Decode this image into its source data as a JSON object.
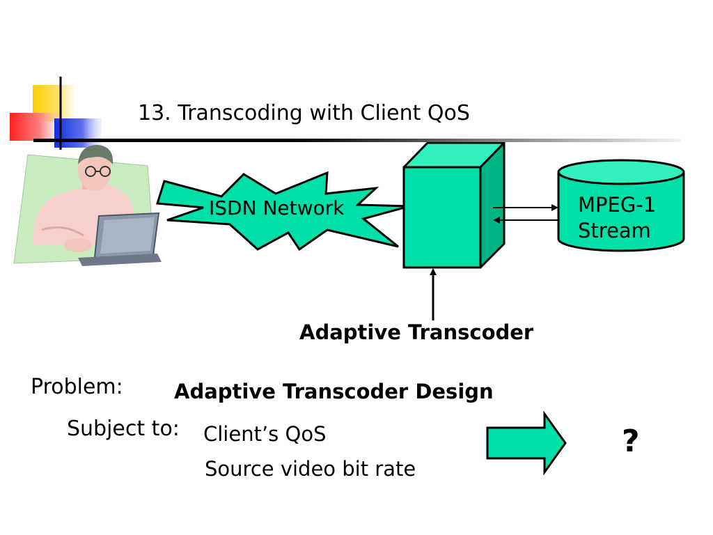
{
  "title": "13. Transcoding with Client QoS",
  "network_label": "ISDN Network",
  "stream_label_line1": "MPEG-1",
  "stream_label_line2": "Stream",
  "transcoder_label": "Adaptive Transcoder",
  "problem_label": "Problem:",
  "problem_text": "Adaptive Transcoder Design",
  "subject_label": "Subject to:",
  "constraints": [
    "Client’s QoS",
    "Source video bit rate"
  ],
  "result_symbol": "?",
  "colors": {
    "accent": "#00dfa8",
    "accent_dark": "#00b585",
    "accent_light": "#33f0bf",
    "yellow": "#ffd000",
    "red": "#ff3030",
    "blue": "#2040e0"
  },
  "icons": [
    "logo-squares-icon",
    "user-at-laptop-clipart-icon"
  ]
}
